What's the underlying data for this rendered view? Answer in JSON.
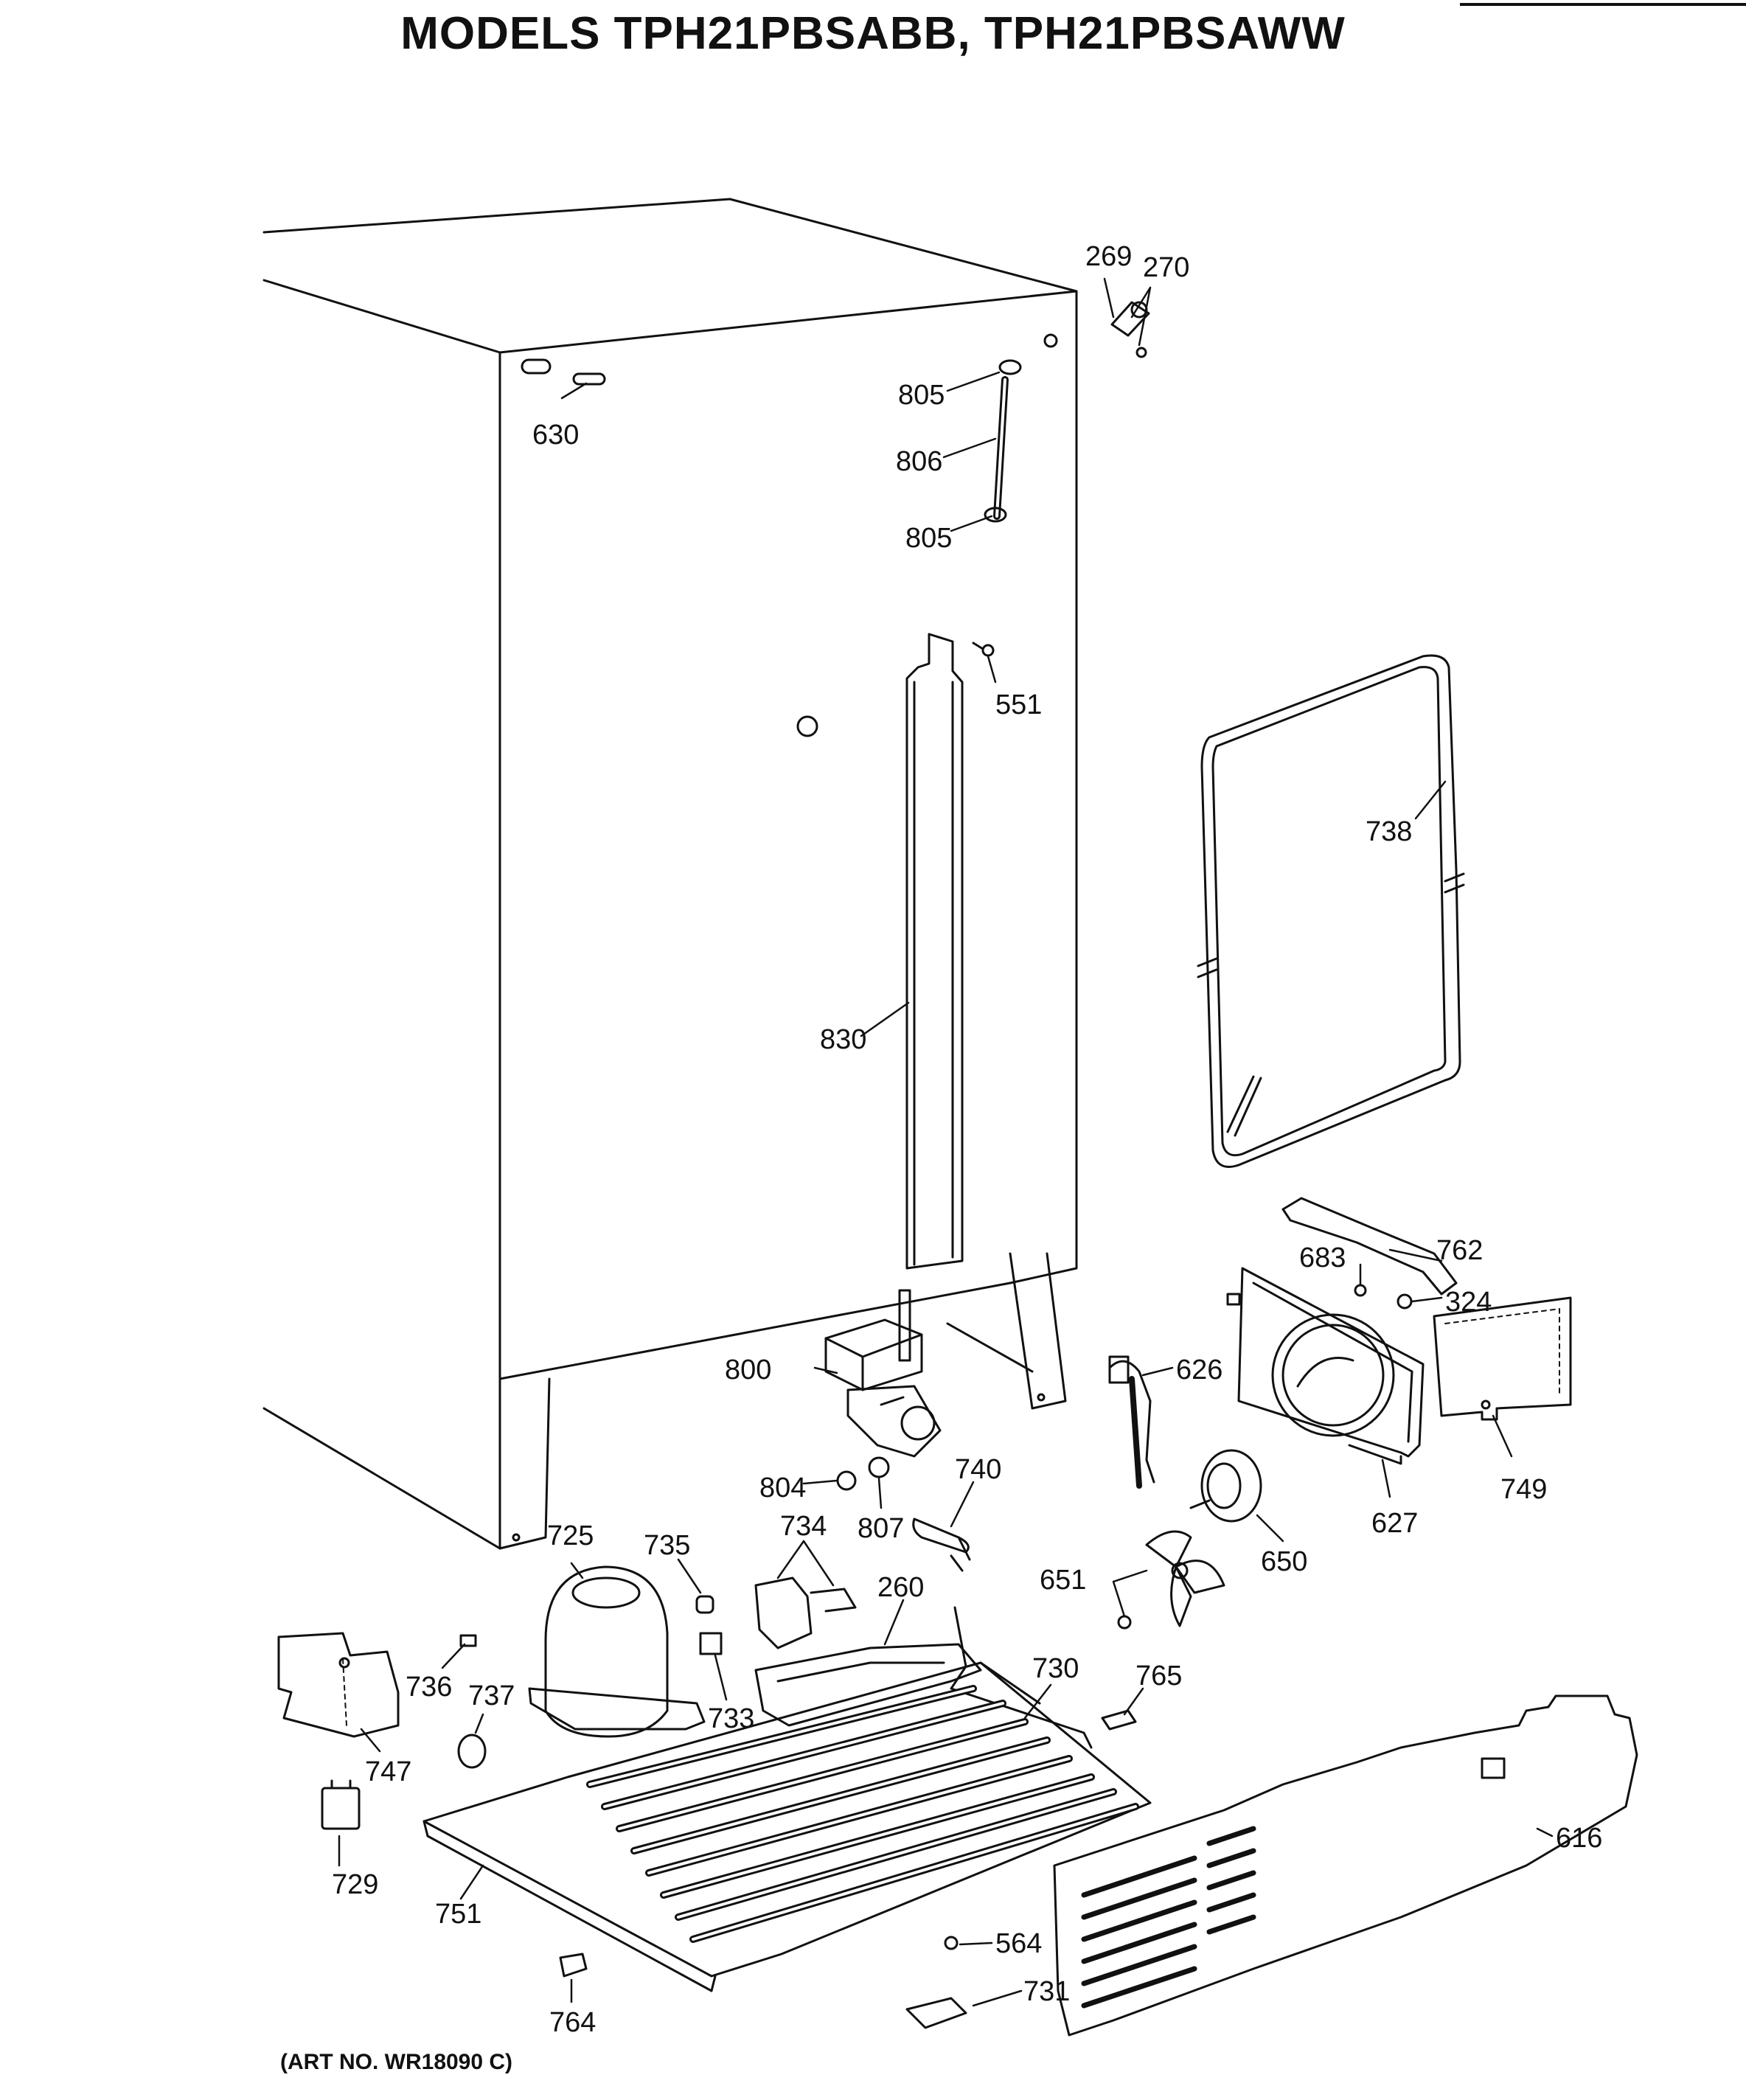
{
  "header": {
    "title": "MODELS TPH21PBSABB, TPH21PBSAWW"
  },
  "footer": {
    "art_no": "(ART NO. WR18090 C)"
  },
  "callouts": {
    "c269": "269",
    "c270": "270",
    "c630": "630",
    "c805a": "805",
    "c806": "806",
    "c805b": "805",
    "c551": "551",
    "c738": "738",
    "c830": "830",
    "c683": "683",
    "c762": "762",
    "c324": "324",
    "c800": "800",
    "c626": "626",
    "c749": "749",
    "c627": "627",
    "c804": "804",
    "c807": "807",
    "c740": "740",
    "c650": "650",
    "c725": "725",
    "c735": "735",
    "c734": "734",
    "c260": "260",
    "c651": "651",
    "c736": "736",
    "c737": "737",
    "c733": "733",
    "c730": "730",
    "c765": "765",
    "c747": "747",
    "c616": "616",
    "c729": "729",
    "c751": "751",
    "c564": "564",
    "c731": "731",
    "c764": "764"
  }
}
